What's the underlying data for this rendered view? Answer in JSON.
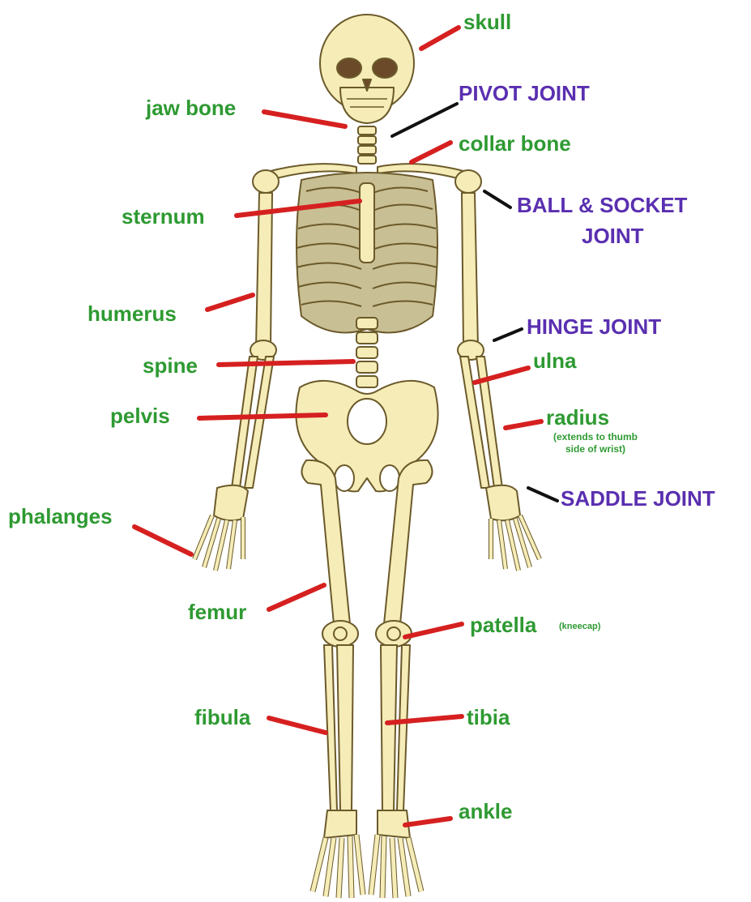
{
  "colors": {
    "bone_fill": "#f5ecb8",
    "bone_stroke": "#6b5a2a",
    "bone_shade": "#c9bf94",
    "bone_label": "#2e9a32",
    "joint_label": "#5a2fb0",
    "bone_leader": "#d62020",
    "joint_leader": "#111111"
  },
  "labels": {
    "skull": "skull",
    "jaw_bone": "jaw bone",
    "pivot_joint": "PIVOT JOINT",
    "collar_bone": "collar bone",
    "sternum": "sternum",
    "ball_socket_line1": "BALL & SOCKET",
    "ball_socket_line2": "JOINT",
    "humerus": "humerus",
    "hinge_joint": "HINGE JOINT",
    "spine": "spine",
    "ulna": "ulna",
    "pelvis": "pelvis",
    "radius": "radius",
    "radius_note_line1": "(extends to thumb",
    "radius_note_line2": "side of wrist)",
    "phalanges": "phalanges",
    "saddle_joint": "SADDLE JOINT",
    "femur": "femur",
    "patella": "patella",
    "patella_note": "(kneecap)",
    "fibula": "fibula",
    "tibia": "tibia",
    "ankle": "ankle"
  }
}
